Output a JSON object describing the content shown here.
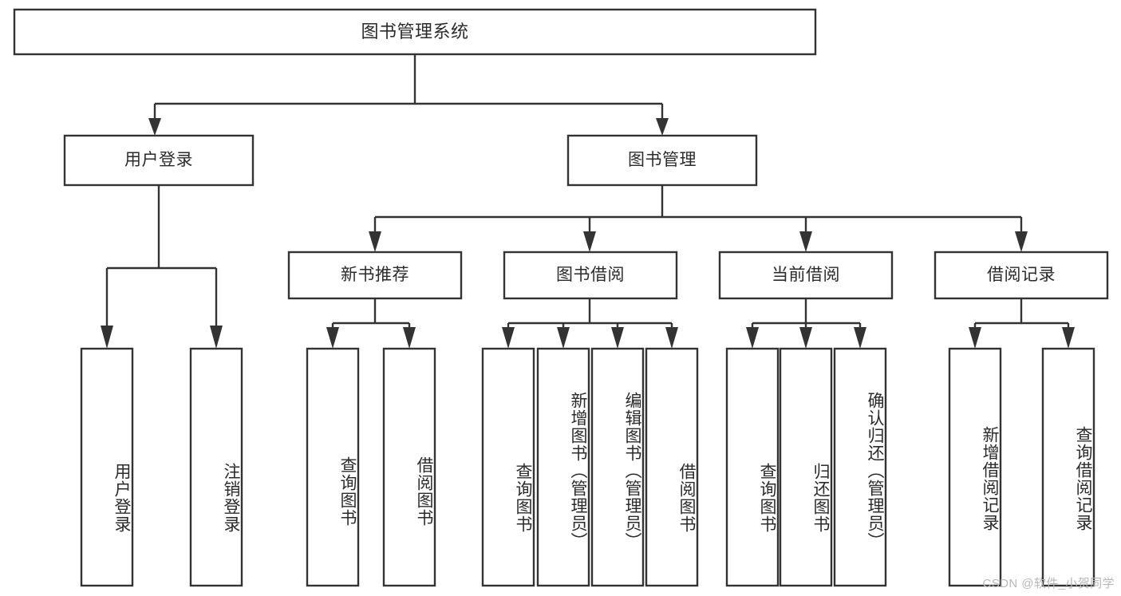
{
  "diagram": {
    "type": "tree-hierarchy",
    "title": "图书管理系统",
    "orientation": "top-down",
    "colors": {
      "box_stroke": "#333333",
      "box_fill": "#ffffff",
      "text": "#2b2b2b",
      "background": "#ffffff",
      "watermark": "#b9b9b9"
    },
    "root": {
      "label": "图书管理系统",
      "level": 0
    },
    "level2": [
      {
        "id": "user-login",
        "label": "用户登录"
      },
      {
        "id": "book-management",
        "label": "图书管理"
      }
    ],
    "level3": [
      {
        "id": "new-book-recommend",
        "label": "新书推荐",
        "parent": "book-management"
      },
      {
        "id": "book-borrow",
        "label": "图书借阅",
        "parent": "book-management"
      },
      {
        "id": "current-borrow",
        "label": "当前借阅",
        "parent": "book-management"
      },
      {
        "id": "borrow-record",
        "label": "借阅记录",
        "parent": "book-management"
      }
    ],
    "leaves": {
      "user-login": [
        {
          "id": "leaf-user-login",
          "label": "用户登录"
        },
        {
          "id": "leaf-logout",
          "label": "注销登录"
        }
      ],
      "new-book-recommend": [
        {
          "id": "leaf-query-book-1",
          "label": "查询图书"
        },
        {
          "id": "leaf-borrow-book-1",
          "label": "借阅图书"
        }
      ],
      "book-borrow": [
        {
          "id": "leaf-query-book-2",
          "label": "查询图书"
        },
        {
          "id": "leaf-add-book",
          "label": "新增图书（管理员）"
        },
        {
          "id": "leaf-edit-book",
          "label": "编辑图书（管理员）"
        },
        {
          "id": "leaf-borrow-book-2",
          "label": "借阅图书"
        }
      ],
      "current-borrow": [
        {
          "id": "leaf-query-book-3",
          "label": "查询图书"
        },
        {
          "id": "leaf-return-book",
          "label": "归还图书"
        },
        {
          "id": "leaf-confirm-return",
          "label": "确认归还（管理员）"
        }
      ],
      "borrow-record": [
        {
          "id": "leaf-add-record",
          "label": "新增借阅记录"
        },
        {
          "id": "leaf-query-record",
          "label": "查询借阅记录"
        }
      ]
    }
  },
  "watermark": {
    "text": "CSDN @软件_小贺同学"
  }
}
